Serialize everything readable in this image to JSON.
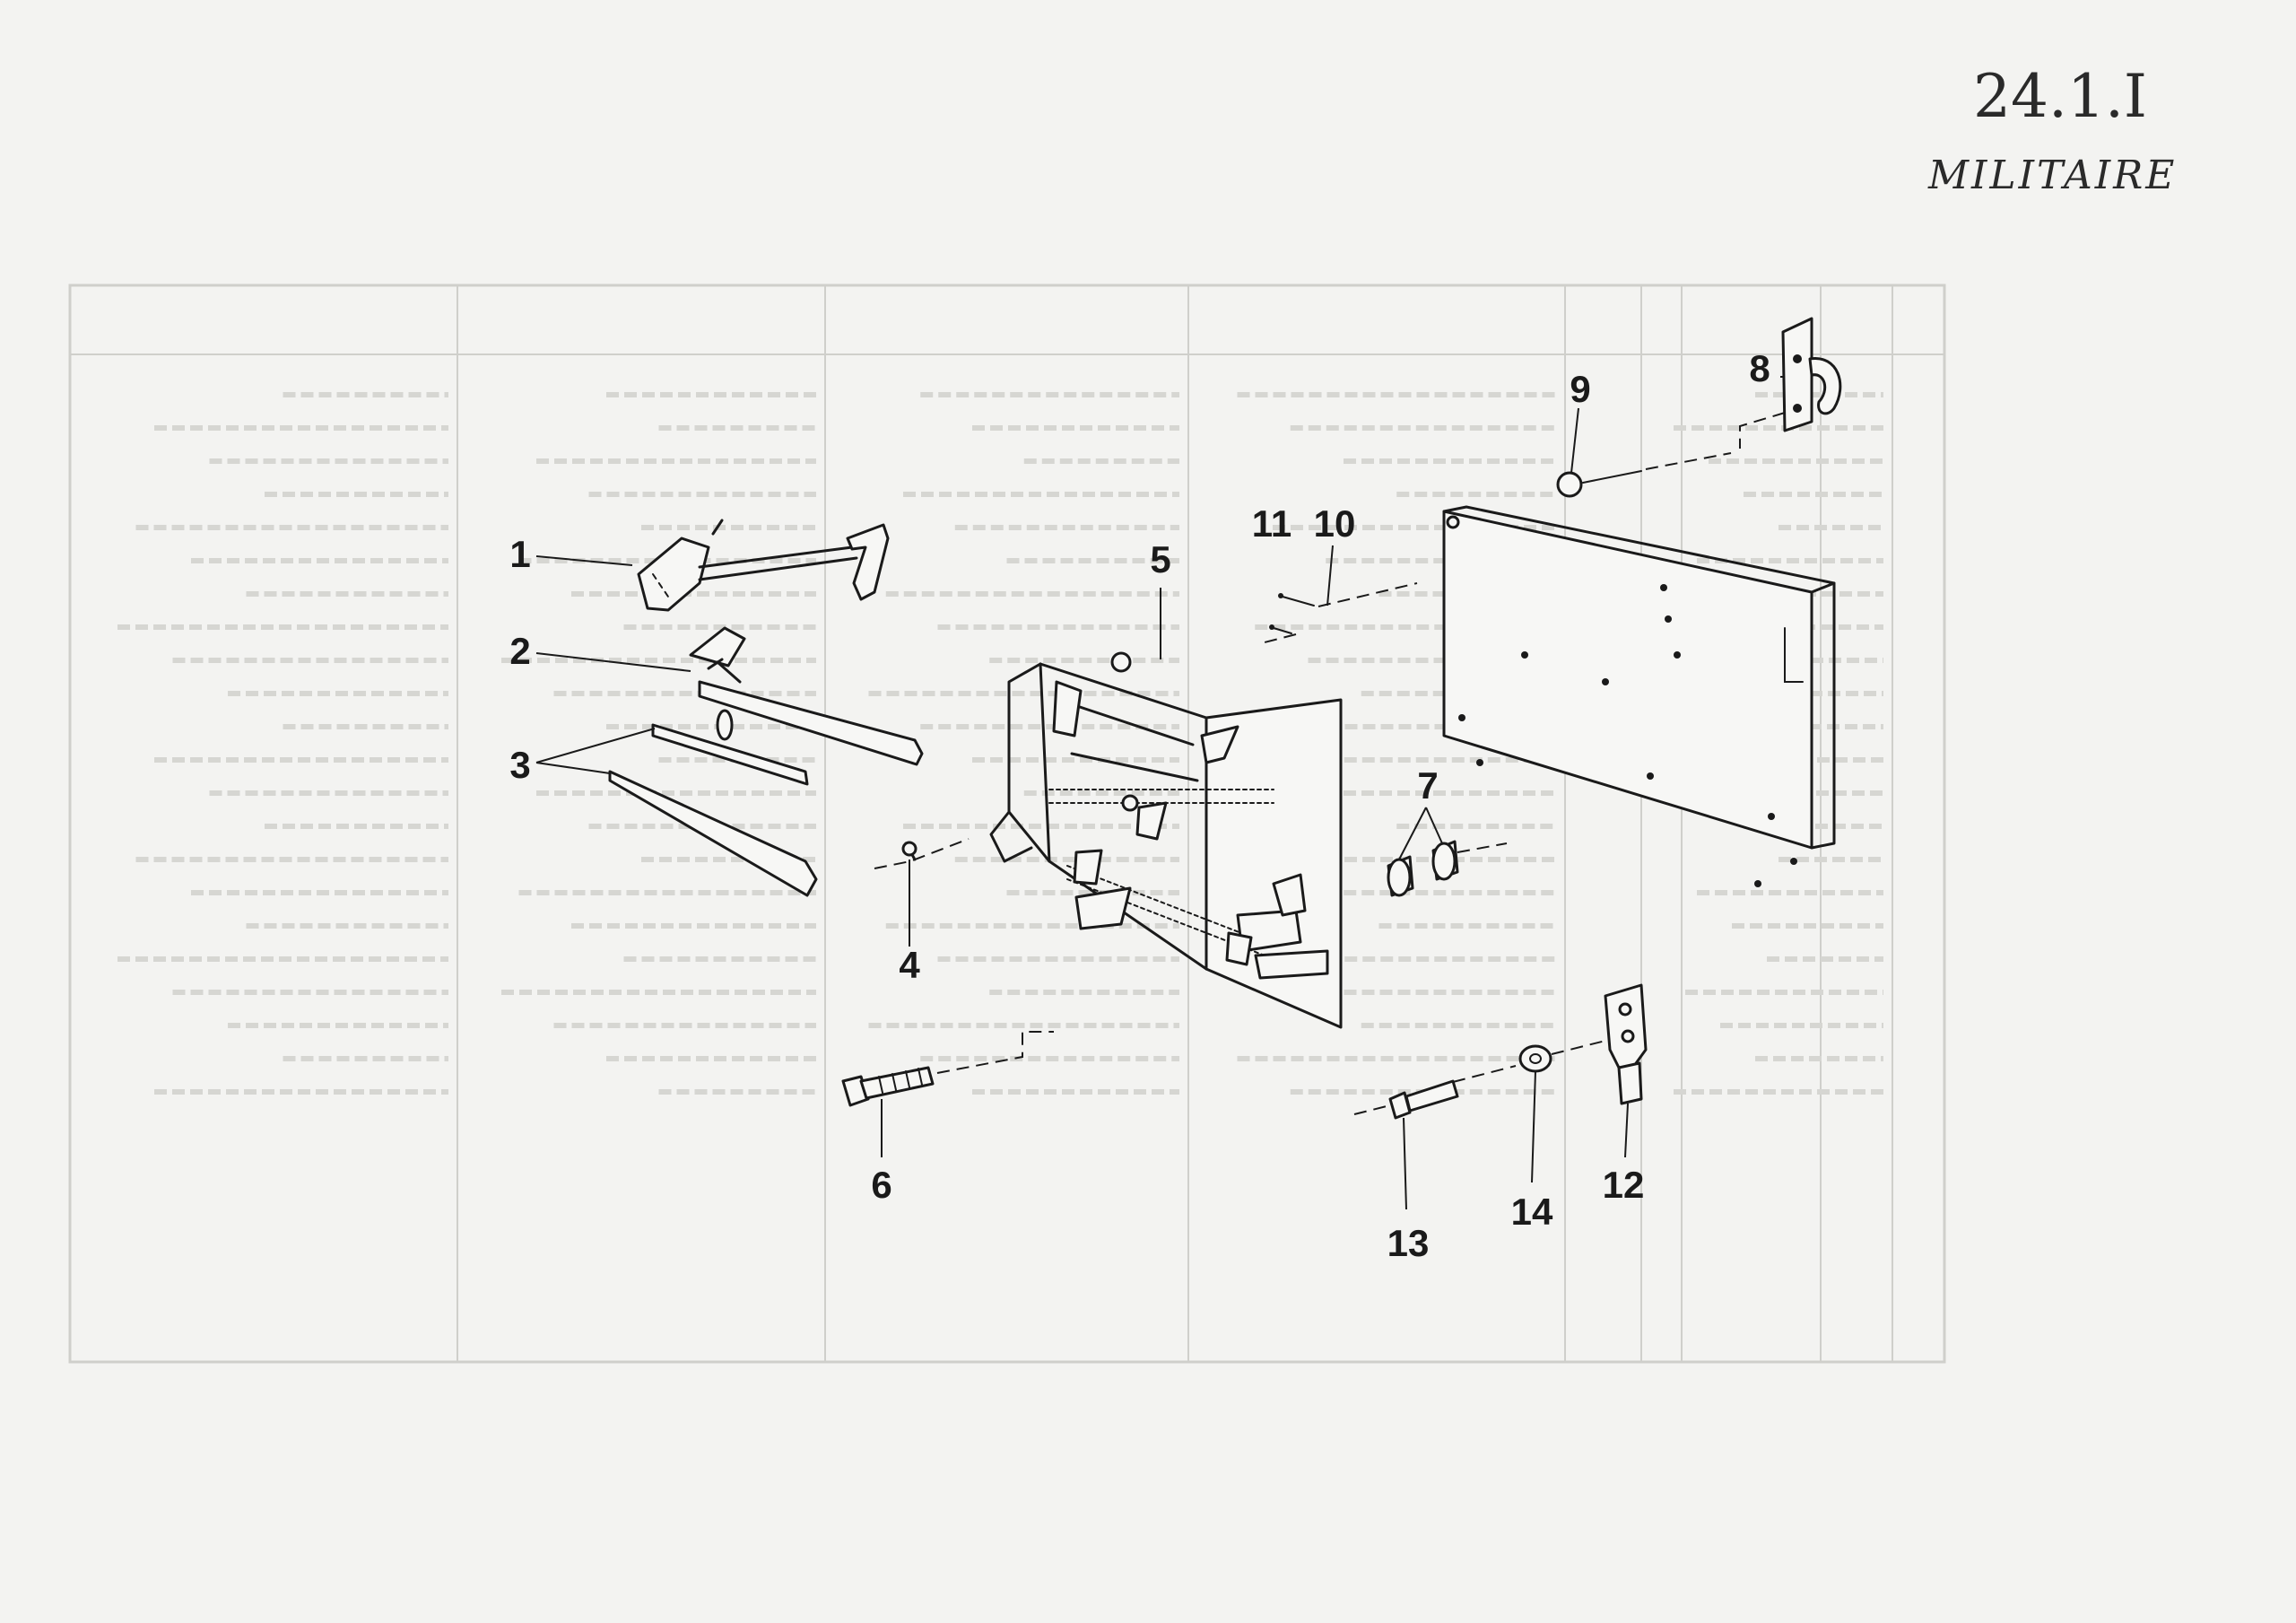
{
  "header": {
    "reference": "24.1.I",
    "version": "MILITAIRE"
  },
  "callouts": [
    "1",
    "2",
    "3",
    "4",
    "5",
    "6",
    "7",
    "8",
    "9",
    "10",
    "11",
    "12",
    "13",
    "14"
  ]
}
